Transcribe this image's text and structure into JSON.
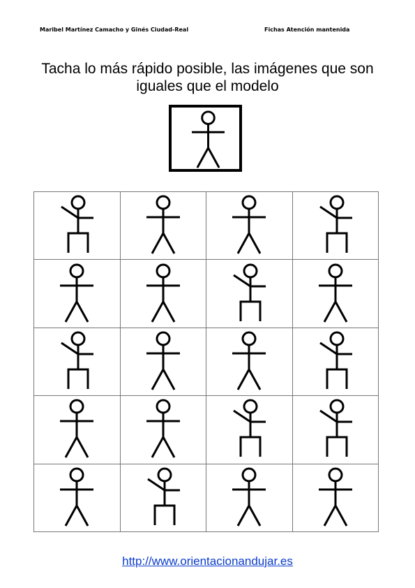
{
  "header": {
    "authors": "Maribel  Martínez Camacho y Ginés Ciudad-Real",
    "series": "Fichas Atención mantenida"
  },
  "title": "Tacha lo más rápido posible, las imágenes que son iguales que el modelo",
  "model_figure": "arms-out",
  "grid": {
    "rows": [
      [
        "wave",
        "arms-out",
        "arms-out",
        "wave"
      ],
      [
        "arms-out",
        "arms-out",
        "wave",
        "arms-out"
      ],
      [
        "wave",
        "arms-out",
        "arms-out",
        "wave"
      ],
      [
        "arms-out",
        "arms-out",
        "wave",
        "wave"
      ],
      [
        "arms-out",
        "wave",
        "arms-out",
        "arms-out"
      ]
    ]
  },
  "footer": {
    "link_text": "http://www.orientacionandujar.es"
  }
}
